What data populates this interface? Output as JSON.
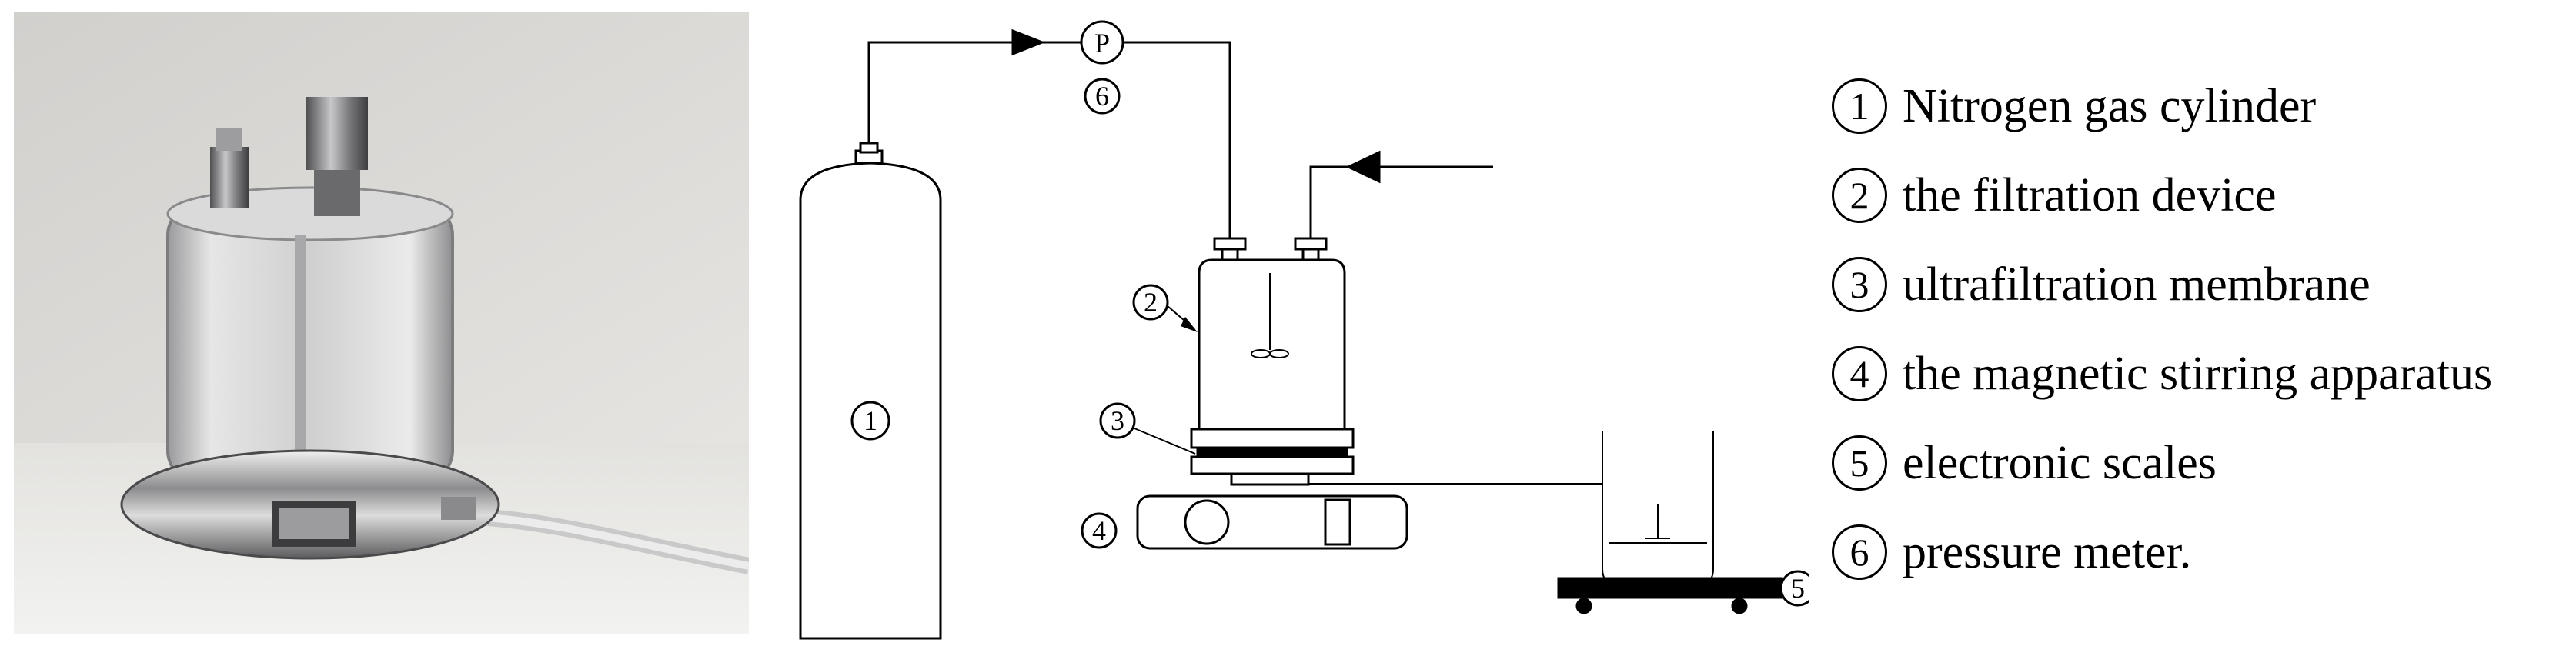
{
  "legend": {
    "items": [
      {
        "num": "1",
        "text": "Nitrogen gas cylinder"
      },
      {
        "num": "2",
        "text": "the filtration device"
      },
      {
        "num": "3",
        "text": "ultrafiltration membrane"
      },
      {
        "num": "4",
        "text": "the magnetic stirring apparatus"
      },
      {
        "num": "5",
        "text": "electronic scales"
      },
      {
        "num": "6",
        "text": "pressure meter."
      }
    ]
  },
  "schematic": {
    "pressure_symbol": "P",
    "labels": {
      "cylinder": "1",
      "device": "2",
      "membrane": "3",
      "stirrer": "4",
      "scale": "5",
      "meter": "6"
    }
  }
}
